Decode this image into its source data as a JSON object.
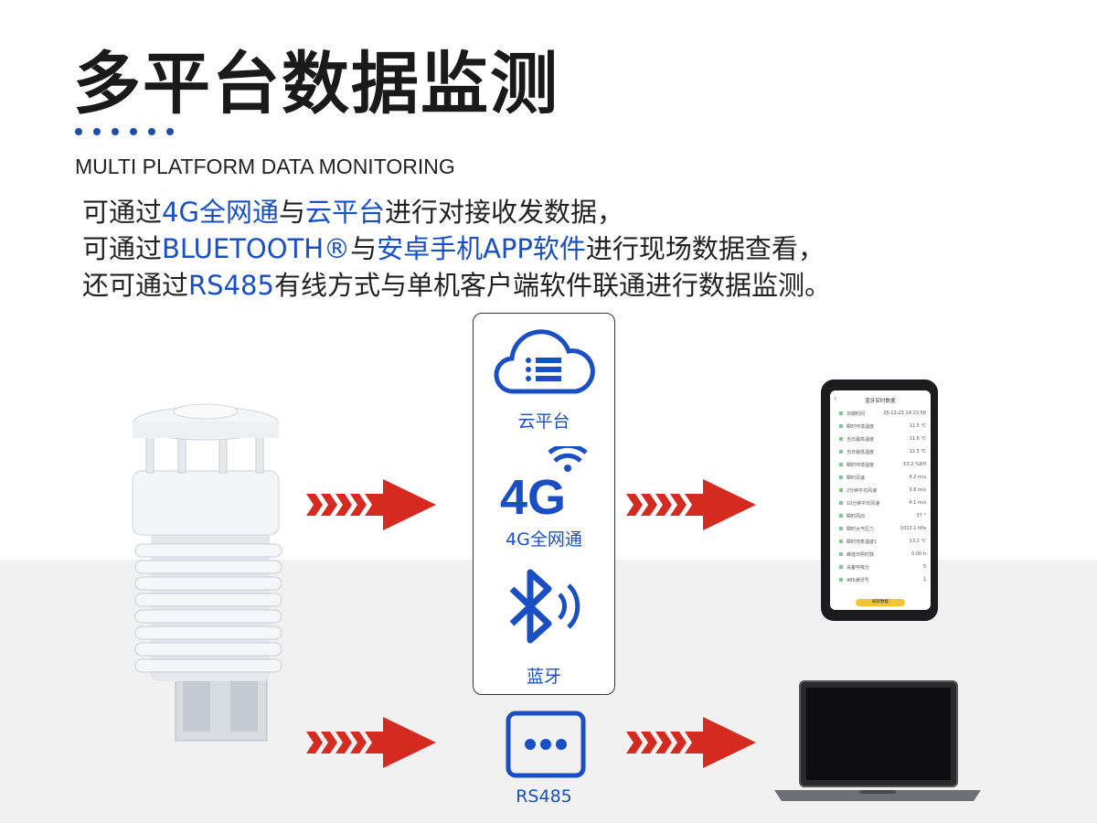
{
  "header": {
    "title": "多平台数据监测",
    "subtitle": "MULTI PLATFORM DATA MONITORING"
  },
  "description": {
    "line1": [
      {
        "t": "可通过",
        "hl": false
      },
      {
        "t": "4G全网通",
        "hl": true
      },
      {
        "t": "与",
        "hl": false
      },
      {
        "t": "云平台",
        "hl": true
      },
      {
        "t": "进行对接收发数据，",
        "hl": false
      }
    ],
    "line2": [
      {
        "t": "可通过",
        "hl": false
      },
      {
        "t": "BLUETOOTH®",
        "hl": true
      },
      {
        "t": "与",
        "hl": false
      },
      {
        "t": "安卓手机APP软件",
        "hl": true
      },
      {
        "t": "进行现场数据查看，",
        "hl": false
      }
    ],
    "line3": [
      {
        "t": "还可通过",
        "hl": false
      },
      {
        "t": "RS485",
        "hl": true
      },
      {
        "t": "有线方式与单机客户端软件联通进行数据监测。",
        "hl": false
      }
    ]
  },
  "channels": {
    "cloud": "云平台",
    "g4": "4G全网通",
    "bluetooth": "蓝牙",
    "rs485": "RS485",
    "g4_icon_text": "4G"
  },
  "phone": {
    "title": "蓝牙实时数据",
    "refresh": "刷新数据",
    "rows": [
      {
        "k": "日期时间",
        "v": "25-12-22 14:23:56"
      },
      {
        "k": "瞬时环境温度",
        "v": "11.5 ℃"
      },
      {
        "k": "当日最高温度",
        "v": "11.6 ℃"
      },
      {
        "k": "当日最低温度",
        "v": "11.5 ℃"
      },
      {
        "k": "瞬时环境湿度",
        "v": "63.2 %RH"
      },
      {
        "k": "瞬时风速",
        "v": "4.2 m/s"
      },
      {
        "k": "2分钟平均风速",
        "v": "3.8 m/s"
      },
      {
        "k": "10分钟平均风速",
        "v": "4.1 m/s"
      },
      {
        "k": "瞬时风向",
        "v": "37 °"
      },
      {
        "k": "瞬时大气压力",
        "v": "1013.1 hPa"
      },
      {
        "k": "瞬时地表温度1",
        "v": "13.2 ℃"
      },
      {
        "k": "峰值日照时数",
        "v": "0.00 h"
      },
      {
        "k": "设备呼吸分",
        "v": "5"
      },
      {
        "k": "485通讯号",
        "v": "1"
      }
    ]
  },
  "colors": {
    "accent": "#1a4fc4",
    "arrow": "#d42a1f",
    "bottom_bg": "#f1f1f1"
  }
}
